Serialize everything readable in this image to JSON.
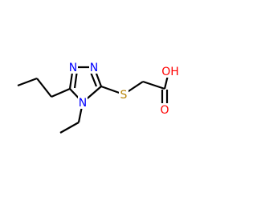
{
  "molecule": {
    "atoms": {
      "n1": {
        "label": "N",
        "color": "#0000ff"
      },
      "n2": {
        "label": "N",
        "color": "#0000ff"
      },
      "n4": {
        "label": "N",
        "color": "#0000ff"
      },
      "s": {
        "label": "S",
        "color": "#b8860b"
      },
      "oh": {
        "label": "OH",
        "color": "#ff0000"
      },
      "o": {
        "label": "O",
        "color": "#ff0000"
      }
    },
    "bond_color": "#000000"
  }
}
